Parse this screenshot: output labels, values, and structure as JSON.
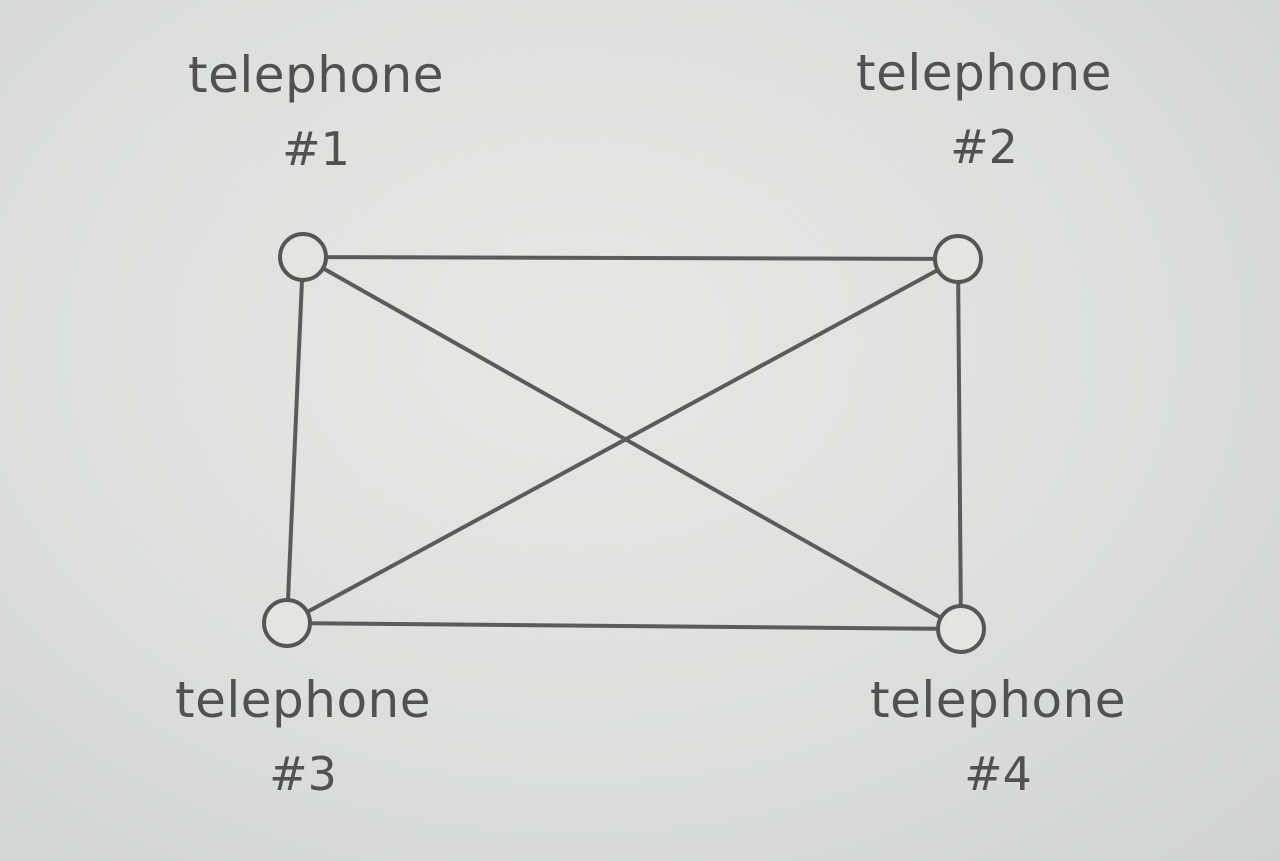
{
  "nodes": [
    {
      "id": "1",
      "name": "telephone",
      "number": "#1"
    },
    {
      "id": "2",
      "name": "telephone",
      "number": "#2"
    },
    {
      "id": "3",
      "name": "telephone",
      "number": "#3"
    },
    {
      "id": "4",
      "name": "telephone",
      "number": "#4"
    }
  ],
  "edges": [
    [
      "1",
      "2"
    ],
    [
      "1",
      "3"
    ],
    [
      "1",
      "4"
    ],
    [
      "2",
      "3"
    ],
    [
      "2",
      "4"
    ],
    [
      "3",
      "4"
    ]
  ]
}
